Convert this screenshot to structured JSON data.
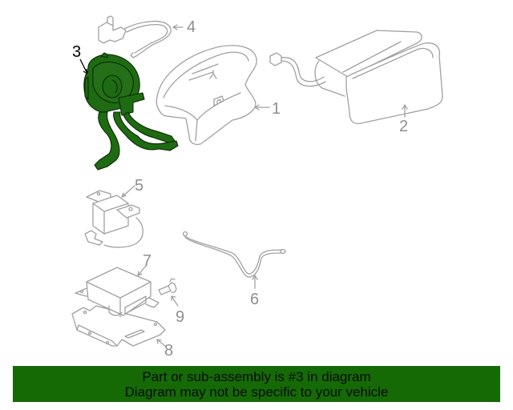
{
  "diagram": {
    "highlight_color": "#1e6b12",
    "line_color": "#9a9a9a",
    "callouts": [
      {
        "id": "1",
        "label": "1",
        "part": "steering-wheel-airbag-module"
      },
      {
        "id": "2",
        "label": "2",
        "part": "passenger-airbag-module"
      },
      {
        "id": "3",
        "label": "3",
        "part": "clockspring",
        "highlighted": true
      },
      {
        "id": "4",
        "label": "4",
        "part": "connector-harness"
      },
      {
        "id": "5",
        "label": "5",
        "part": "side-impact-sensor"
      },
      {
        "id": "6",
        "label": "6",
        "part": "wiring-harness"
      },
      {
        "id": "7",
        "label": "7",
        "part": "airbag-control-module"
      },
      {
        "id": "8",
        "label": "8",
        "part": "mounting-bracket"
      },
      {
        "id": "9",
        "label": "9",
        "part": "bolt"
      }
    ]
  },
  "banner": {
    "line1": "Part or sub-assembly is #3 in diagram",
    "line2": "Diagram may not be specific to your vehicle",
    "background": "#156a06"
  }
}
